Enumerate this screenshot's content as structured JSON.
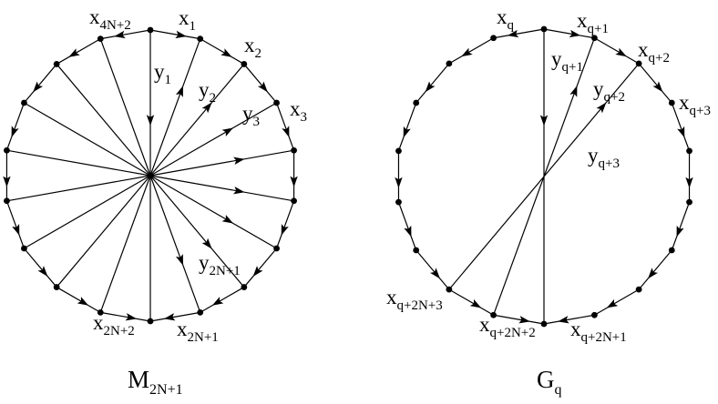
{
  "graphs": [
    {
      "id": "m",
      "caption": {
        "main": "M",
        "sub": "2N+1"
      },
      "edge_labels": [
        {
          "id": "x4n2",
          "main": "x",
          "sub": "4N+2"
        },
        {
          "id": "x1",
          "main": "x",
          "sub": "1"
        },
        {
          "id": "x2",
          "main": "x",
          "sub": "2"
        },
        {
          "id": "x3",
          "main": "x",
          "sub": "3"
        },
        {
          "id": "y1",
          "main": "y",
          "sub": "1"
        },
        {
          "id": "y2",
          "main": "y",
          "sub": "2"
        },
        {
          "id": "y3",
          "main": "y",
          "sub": "3"
        },
        {
          "id": "y2n1",
          "main": "y",
          "sub": "2N+1"
        },
        {
          "id": "x2n2",
          "main": "x",
          "sub": "2N+2"
        },
        {
          "id": "x2n1",
          "main": "x",
          "sub": "2N+1"
        }
      ]
    },
    {
      "id": "g",
      "caption": {
        "main": "G",
        "sub": "q"
      },
      "edge_labels": [
        {
          "id": "xq",
          "main": "x",
          "sub": "q"
        },
        {
          "id": "xq1",
          "main": "x",
          "sub": "q+1"
        },
        {
          "id": "xq2",
          "main": "x",
          "sub": "q+2"
        },
        {
          "id": "xq3",
          "main": "x",
          "sub": "q+3"
        },
        {
          "id": "yq1",
          "main": "y",
          "sub": "q+1"
        },
        {
          "id": "yq2",
          "main": "y",
          "sub": "q+2"
        },
        {
          "id": "yq3",
          "main": "y",
          "sub": "q+3"
        },
        {
          "id": "xq2n3",
          "main": "x",
          "sub": "q+2N+3"
        },
        {
          "id": "xq2n2",
          "main": "x",
          "sub": "q+2N+2"
        },
        {
          "id": "xq2n1",
          "main": "x",
          "sub": "q+2N+1"
        }
      ]
    }
  ]
}
